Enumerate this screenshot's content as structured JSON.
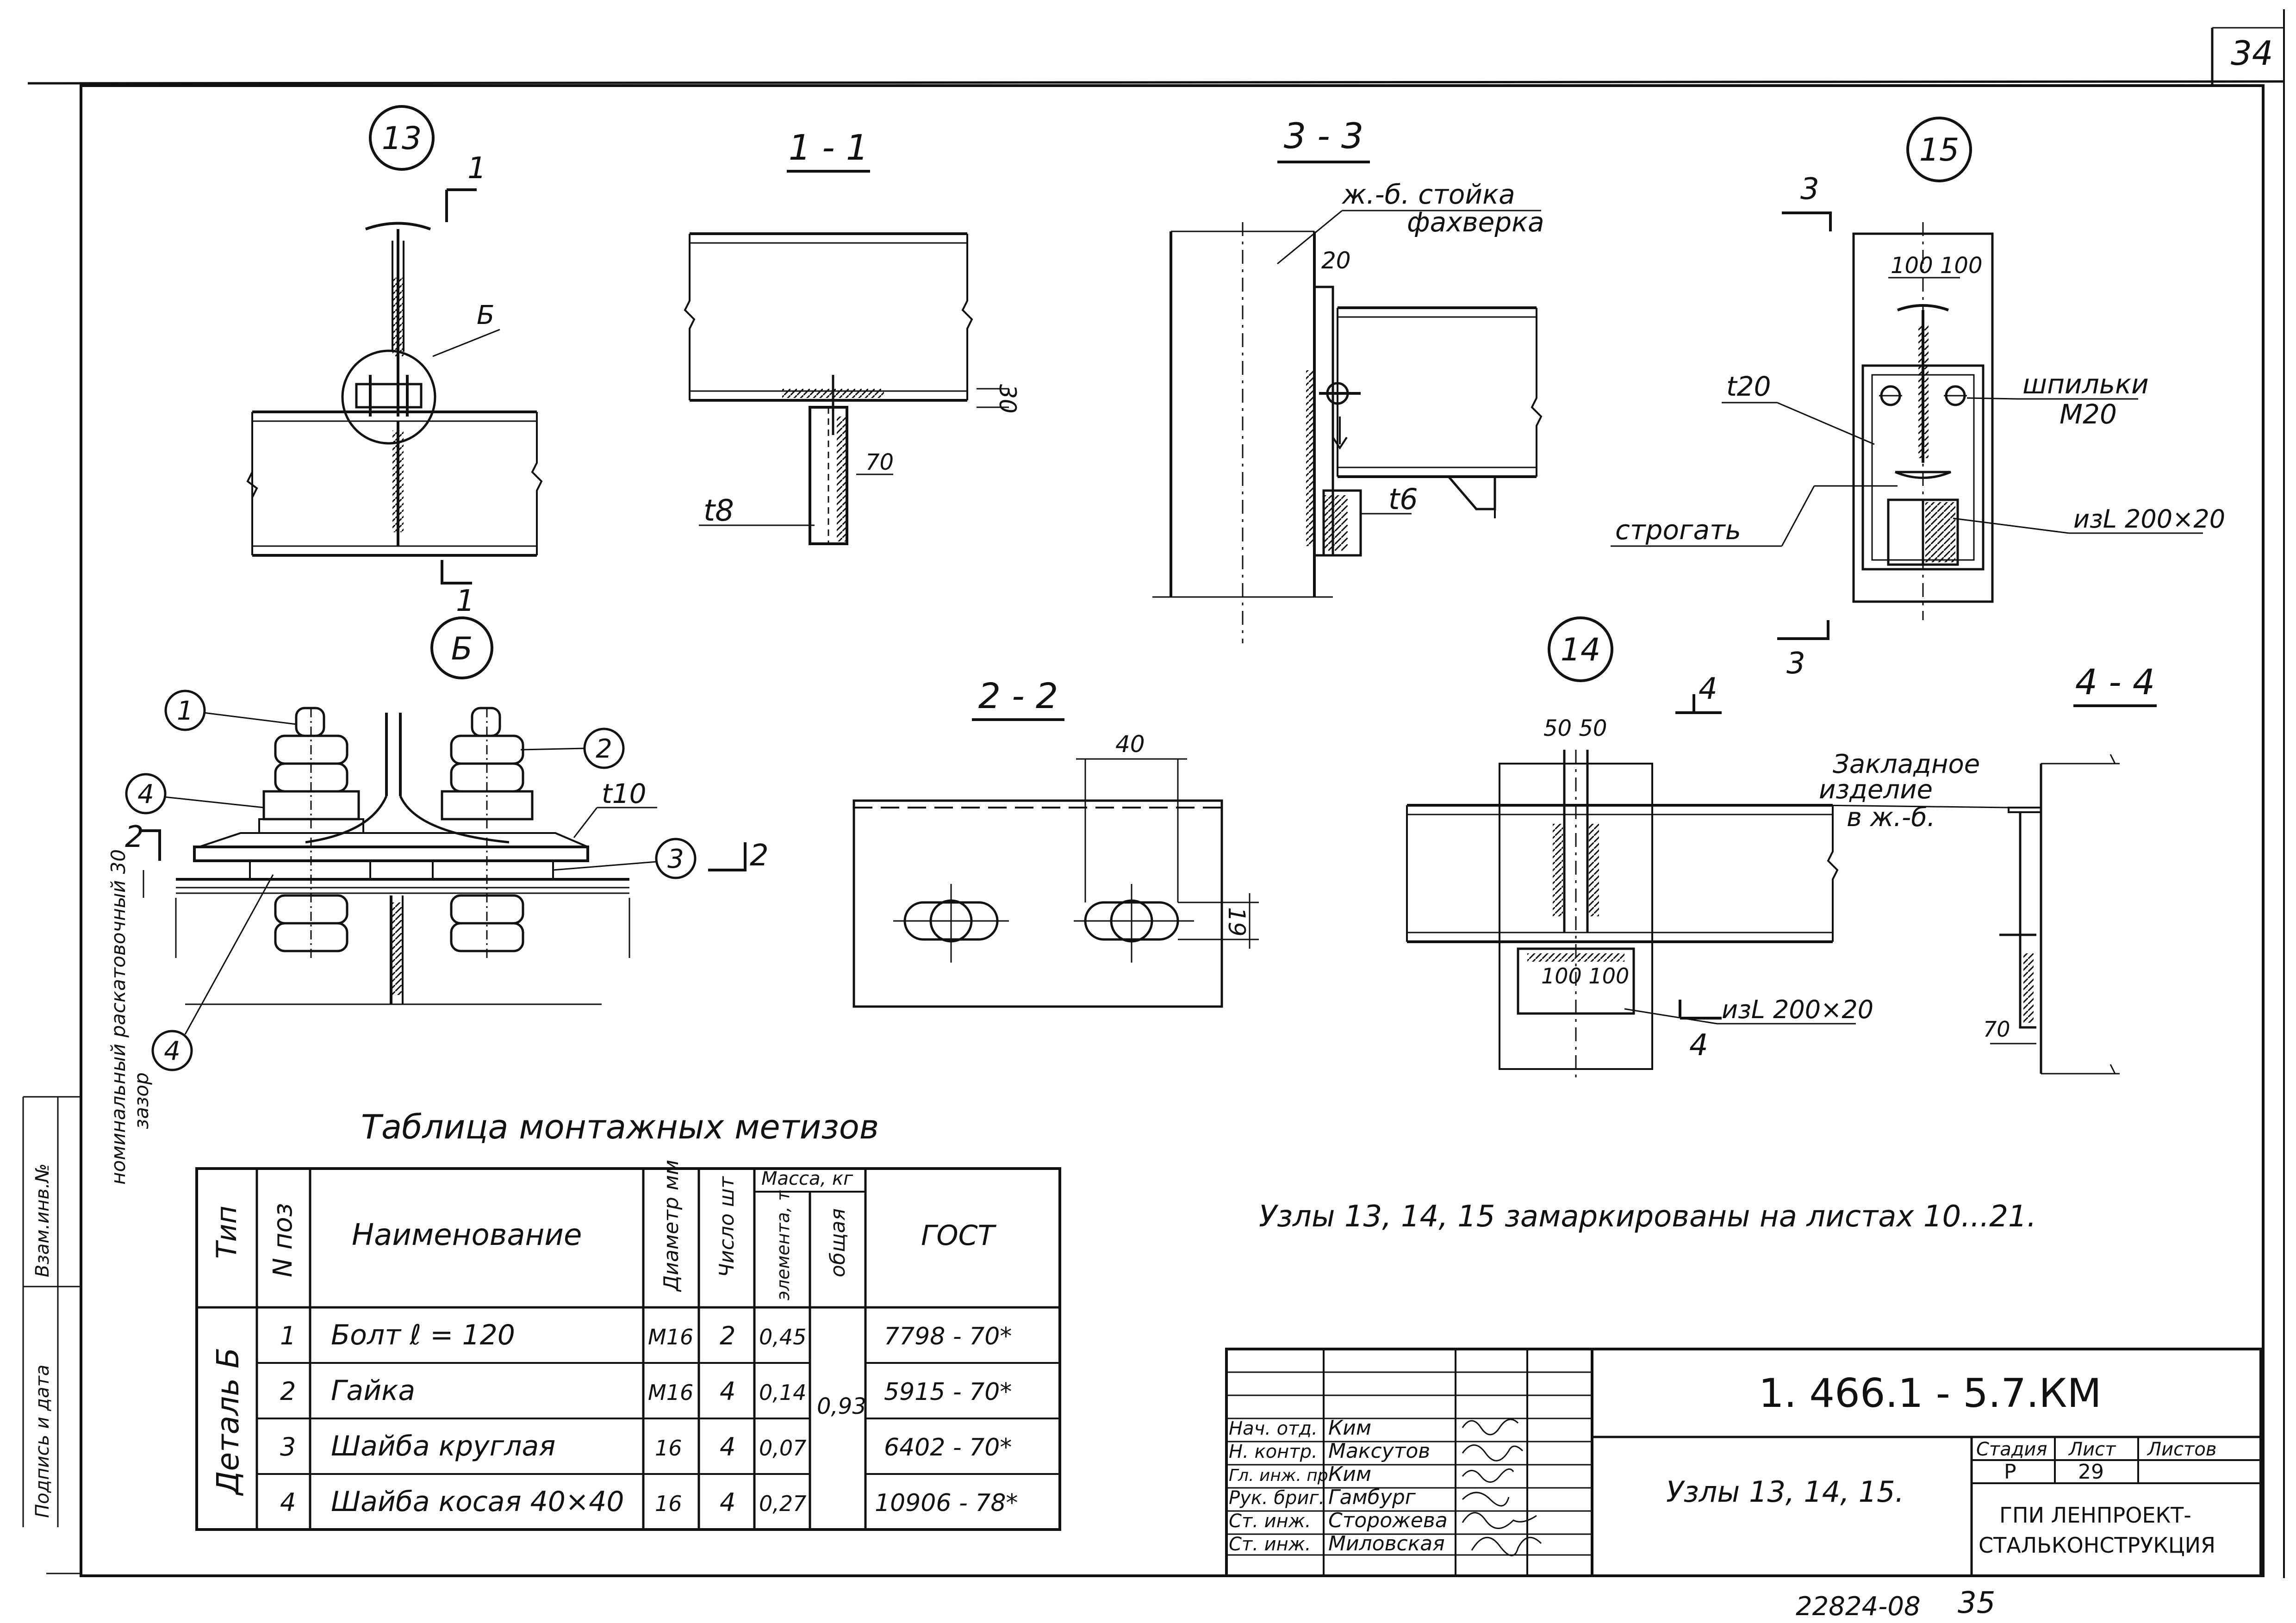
{
  "sheet": {
    "page_number": "34",
    "bottom_page_number": "35",
    "archive_number": "22824-08",
    "side_stamp": "Подпись и дата",
    "side_stamp_vzam": "Взам.инв.№"
  },
  "nodes": {
    "n13": "13",
    "n15": "15",
    "n14": "14",
    "nB": "Б"
  },
  "views": {
    "v13": {
      "cut_label": "1",
      "cut_label_bottom": "1",
      "detail_ref": "Б"
    },
    "s11": {
      "title": "1 - 1",
      "dim_30": "30",
      "dim_70": "70",
      "thickness": "t8"
    },
    "s33": {
      "title": "3 - 3",
      "label_line1": "ж.-б. стойка",
      "label_line2": "фахверка",
      "dim_20": "20",
      "thickness": "t6"
    },
    "v15": {
      "cut_label": "3",
      "cut_label_bottom": "3",
      "dims": "100 100",
      "thickness": "t20",
      "studs_line1": "шпильки",
      "studs_line2": "М20",
      "plane": "строгать",
      "angle": "изL 200×20"
    },
    "vB": {
      "thickness": "t10",
      "cut_label": "2",
      "cut_label_right": "2",
      "gap_line1": "номинальный раскатовочный 30",
      "gap_line2": "зазор",
      "pos1": "1",
      "pos2": "2",
      "pos3": "3",
      "pos4a": "4",
      "pos4b": "4"
    },
    "s22": {
      "title": "2 - 2",
      "dim_40": "40",
      "dim_19": "19"
    },
    "v14": {
      "cut_label": "4",
      "cut_label_bottom": "4",
      "dims_top": "50 50",
      "dims_bottom": "100 100",
      "angle": "изL 200×20"
    },
    "s44": {
      "title": "4 - 4",
      "label_line1": "Закладное",
      "label_line2": "изделие",
      "label_line3": "в ж.-б.",
      "dim_70": "70"
    }
  },
  "note": "Узлы 13, 14, 15 замаркированы на листах 10...21.",
  "fastener_table": {
    "title": "Таблица монтажных метизов",
    "headers": {
      "type": "Тип",
      "pos": "N поз",
      "name": "Наименование",
      "diameter": "Диаметр мм",
      "count": "Число шт",
      "mass": "Масса, кг",
      "mass_elem": "элемента, т",
      "mass_total": "общая",
      "gost": "ГОСТ"
    },
    "group": "Деталь Б",
    "total_mass": "0,93",
    "rows": [
      {
        "pos": "1",
        "name": "Болт  ℓ = 120",
        "diameter": "М16",
        "count": "2",
        "mass": "0,45",
        "gost": "7798 - 70*"
      },
      {
        "pos": "2",
        "name": "Гайка",
        "diameter": "М16",
        "count": "4",
        "mass": "0,14",
        "gost": "5915 - 70*"
      },
      {
        "pos": "3",
        "name": "Шайба  круглая",
        "diameter": "16",
        "count": "4",
        "mass": "0,07",
        "gost": "6402 - 70*"
      },
      {
        "pos": "4",
        "name": "Шайба косая 40×40",
        "diameter": "16",
        "count": "4",
        "mass": "0,27",
        "gost": "10906 - 78*"
      }
    ]
  },
  "title_block": {
    "doc_code": "1. 466.1 - 5.7.КМ",
    "sheet_title": "Узлы 13, 14, 15.",
    "stage_label": "Стадия",
    "sheet_label": "Лист",
    "sheets_label": "Листов",
    "stage": "Р",
    "sheet": "29",
    "sheets": "",
    "org_line1": "ГПИ ЛЕНПРОЕКТ-",
    "org_line2": "СТАЛЬКОНСТРУКЦИЯ",
    "staff": [
      {
        "role": "Нач. отд.",
        "name": "Ким"
      },
      {
        "role": "Н. контр.",
        "name": "Максутов"
      },
      {
        "role": "Гл. инж. пр.",
        "name": "Ким"
      },
      {
        "role": "Рук. бриг.",
        "name": "Гамбург"
      },
      {
        "role": "Ст. инж.",
        "name": "Сторожева"
      },
      {
        "role": "Ст. инж.",
        "name": "Миловская"
      }
    ]
  }
}
